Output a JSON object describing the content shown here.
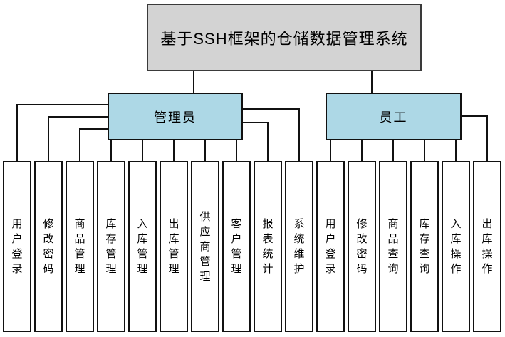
{
  "diagram": {
    "title": "基于SSH框架的仓储数据管理系统",
    "roles": {
      "admin": {
        "label": "管理员"
      },
      "employee": {
        "label": "员工"
      }
    },
    "admin_functions": [
      "用户登录",
      "修改密码",
      "商品管理",
      "库存管理",
      "入库管理",
      "出库管理",
      "供应商管理",
      "客户管理",
      "报表统计",
      "系统维护"
    ],
    "employee_functions": [
      "用户登录",
      "修改密码",
      "商品查询",
      "库存查询",
      "入库操作",
      "出库操作"
    ],
    "colors": {
      "root_fill": "#d3d3d3",
      "role_fill": "#add8e6",
      "leaf_fill": "#ffffff",
      "line": "#111111"
    }
  }
}
